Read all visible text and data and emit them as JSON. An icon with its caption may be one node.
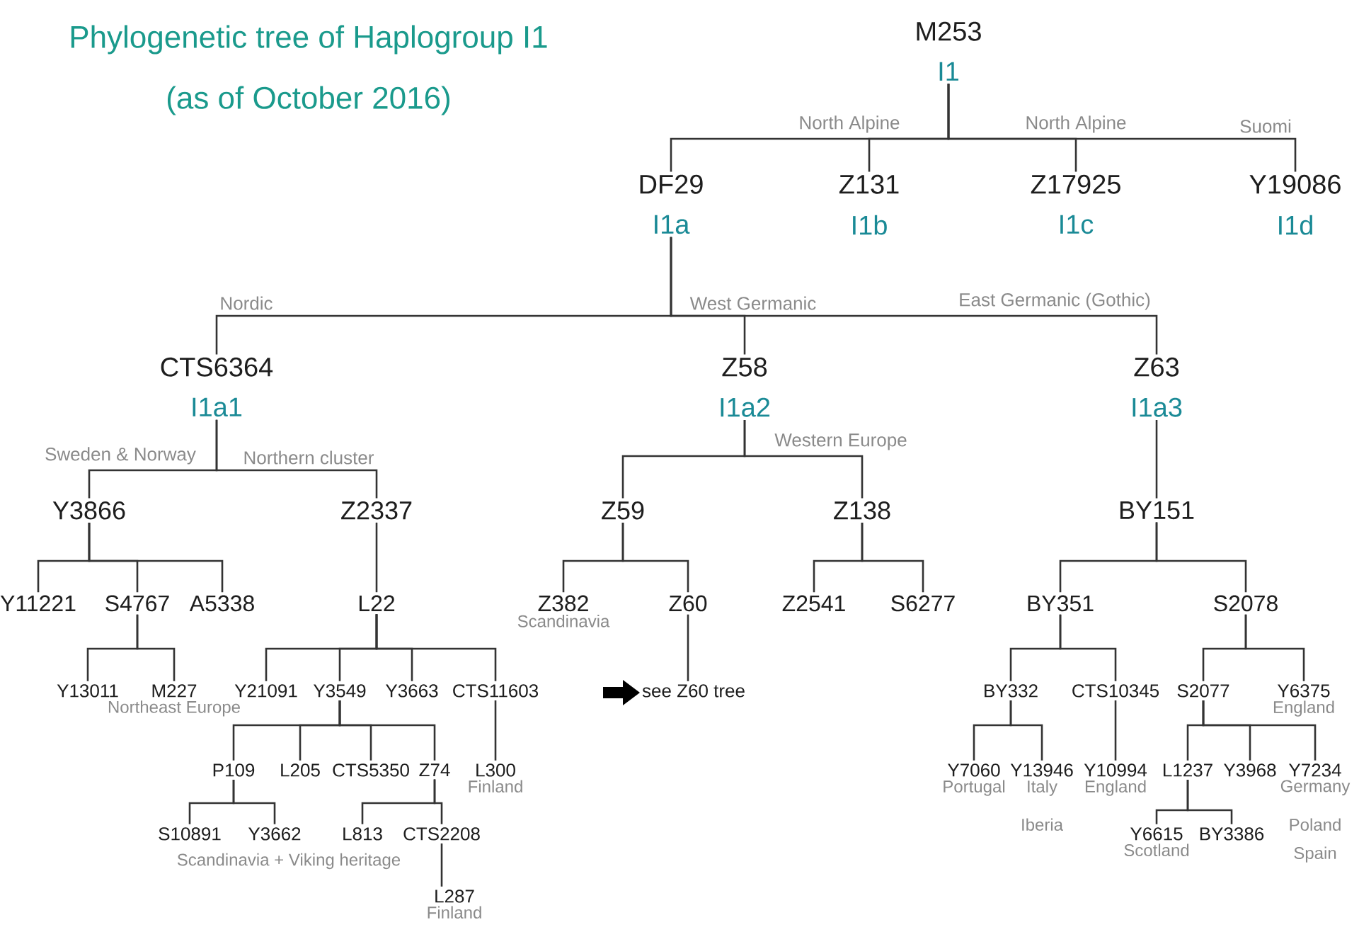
{
  "diagram": {
    "title": "Phylogenetic tree of Haplogroup I1",
    "nodes": [
      {
        "text": [
          "M253",
          "I1"
        ]
      },
      {
        "text": [
          "DF29",
          "I1a"
        ]
      },
      {
        "text": [
          "Z131",
          "I1b"
        ]
      },
      {
        "text": [
          "Z17925",
          "I1c"
        ]
      },
      {
        "text": [
          "Y19086",
          "I1d"
        ]
      },
      {
        "text": [
          "CTS6364",
          "I1a1"
        ]
      },
      {
        "text": [
          "Z58",
          "I1a2"
        ]
      },
      {
        "text": [
          "Z63",
          "I1a3"
        ]
      },
      {
        "text": [
          "Y3866"
        ]
      },
      {
        "text": [
          "Z2337"
        ]
      },
      {
        "text": [
          "Z59"
        ]
      },
      {
        "text": [
          "Z138"
        ]
      },
      {
        "text": [
          "BY151"
        ]
      },
      {
        "text": [
          "Y11221"
        ]
      },
      {
        "text": [
          "S4767"
        ]
      },
      {
        "text": [
          "A5338"
        ]
      },
      {
        "text": [
          "L22"
        ]
      },
      {
        "text": [
          "Z382"
        ],
        "beside": [
          "Scandinavia"
        ]
      },
      {
        "text": [
          "Z60"
        ]
      },
      {
        "text": [
          "Z2541"
        ]
      },
      {
        "text": [
          "S6277"
        ]
      },
      {
        "text": [
          "BY351"
        ]
      },
      {
        "text": [
          "S2078"
        ]
      },
      {
        "text": [
          "Y13011"
        ]
      },
      {
        "text": [
          "M227"
        ],
        "beside": [
          "Northeast Europe"
        ]
      },
      {
        "text": [
          "Y21091"
        ]
      },
      {
        "text": [
          "Y3549"
        ]
      },
      {
        "text": [
          "Y3663"
        ]
      },
      {
        "text": [
          "CTS11603"
        ]
      },
      {
        "text": [
          "see Z60 tree"
        ]
      },
      {
        "text": [
          "BY332"
        ]
      },
      {
        "text": [
          "CTS10345"
        ]
      },
      {
        "text": [
          "S2077"
        ]
      },
      {
        "text": [
          "Y6375"
        ],
        "beside": [
          "England"
        ]
      },
      {
        "text": [
          "P109"
        ]
      },
      {
        "text": [
          "L205"
        ]
      },
      {
        "text": [
          "CTS5350"
        ]
      },
      {
        "text": [
          "Z74"
        ]
      },
      {
        "text": [
          "L300"
        ],
        "beside": [
          "Finland"
        ]
      },
      {
        "text": [
          "Y7060"
        ],
        "beside": [
          "Portugal"
        ]
      },
      {
        "text": [
          "Y13946"
        ],
        "beside": [
          "Italy",
          "Iberia"
        ]
      },
      {
        "text": [
          "Y10994"
        ],
        "beside": [
          "England"
        ]
      },
      {
        "text": [
          "L1237"
        ]
      },
      {
        "text": [
          "Y3968"
        ]
      },
      {
        "text": [
          "Y7234"
        ],
        "beside": [
          "Germany",
          "Poland",
          "Spain"
        ]
      },
      {
        "text": [
          "S10891"
        ]
      },
      {
        "text": [
          "Y3662"
        ]
      },
      {
        "text": [
          "L813"
        ]
      },
      {
        "text": [
          "CTS2208"
        ]
      },
      {
        "text": [
          "Y6615"
        ],
        "beside": [
          "Scotland"
        ]
      },
      {
        "text": [
          "BY3386"
        ]
      },
      {
        "text": [
          "L287"
        ],
        "beside": [
          "Finland"
        ]
      }
    ],
    "edges": [
      {
        "from": 0,
        "to": 1,
        "arrow": "none"
      },
      {
        "from": 0,
        "to": 2,
        "arrow": "none",
        "label": "North Alpine"
      },
      {
        "from": 0,
        "to": 3,
        "arrow": "none",
        "label": "North Alpine"
      },
      {
        "from": 0,
        "to": 4,
        "arrow": "none",
        "label": "Suomi"
      },
      {
        "from": 1,
        "to": 5,
        "arrow": "none",
        "label": "Nordic"
      },
      {
        "from": 1,
        "to": 6,
        "arrow": "none",
        "label": "West Germanic"
      },
      {
        "from": 1,
        "to": 7,
        "arrow": "none",
        "label": "East Germanic (Gothic)"
      },
      {
        "from": 5,
        "to": 8,
        "arrow": "none",
        "label": "Sweden & Norway"
      },
      {
        "from": 5,
        "to": 9,
        "arrow": "none",
        "label": "Northern cluster"
      },
      {
        "from": 6,
        "to": 10,
        "arrow": "none"
      },
      {
        "from": 6,
        "to": 11,
        "arrow": "none",
        "label": "Western Europe"
      },
      {
        "from": 7,
        "to": 12,
        "arrow": "none"
      },
      {
        "from": 8,
        "to": 13,
        "arrow": "none"
      },
      {
        "from": 8,
        "to": 14,
        "arrow": "none"
      },
      {
        "from": 8,
        "to": 15,
        "arrow": "none"
      },
      {
        "from": 9,
        "to": 16,
        "arrow": "none"
      },
      {
        "from": 10,
        "to": 17,
        "arrow": "none"
      },
      {
        "from": 10,
        "to": 18,
        "arrow": "none"
      },
      {
        "from": 11,
        "to": 19,
        "arrow": "none"
      },
      {
        "from": 11,
        "to": 20,
        "arrow": "none"
      },
      {
        "from": 12,
        "to": 21,
        "arrow": "none"
      },
      {
        "from": 12,
        "to": 22,
        "arrow": "none"
      },
      {
        "from": 14,
        "to": 23,
        "arrow": "none"
      },
      {
        "from": 14,
        "to": 24,
        "arrow": "none"
      },
      {
        "from": 16,
        "to": 25,
        "arrow": "none"
      },
      {
        "from": 16,
        "to": 26,
        "arrow": "none"
      },
      {
        "from": 16,
        "to": 27,
        "arrow": "none"
      },
      {
        "from": 16,
        "to": 28,
        "arrow": "none"
      },
      {
        "from": 18,
        "to": 29,
        "arrow": "none"
      },
      {
        "from": 21,
        "to": 30,
        "arrow": "none"
      },
      {
        "from": 21,
        "to": 31,
        "arrow": "none"
      },
      {
        "from": 22,
        "to": 32,
        "arrow": "none"
      },
      {
        "from": 22,
        "to": 33,
        "arrow": "none"
      },
      {
        "from": 26,
        "to": 34,
        "arrow": "none"
      },
      {
        "from": 26,
        "to": 35,
        "arrow": "none"
      },
      {
        "from": 26,
        "to": 36,
        "arrow": "none"
      },
      {
        "from": 26,
        "to": 37,
        "arrow": "none"
      },
      {
        "from": 28,
        "to": 38,
        "arrow": "none"
      },
      {
        "from": 30,
        "to": 39,
        "arrow": "none"
      },
      {
        "from": 30,
        "to": 40,
        "arrow": "none"
      },
      {
        "from": 31,
        "to": 41,
        "arrow": "none"
      },
      {
        "from": 32,
        "to": 42,
        "arrow": "none"
      },
      {
        "from": 32,
        "to": 43,
        "arrow": "none"
      },
      {
        "from": 32,
        "to": 44,
        "arrow": "none"
      },
      {
        "from": 34,
        "to": 45,
        "arrow": "none"
      },
      {
        "from": 34,
        "to": 46,
        "arrow": "none"
      },
      {
        "from": 37,
        "to": 47,
        "arrow": "none"
      },
      {
        "from": 37,
        "to": 48,
        "arrow": "none"
      },
      {
        "from": 42,
        "to": 49,
        "arrow": "none"
      },
      {
        "from": 42,
        "to": 50,
        "arrow": "none"
      },
      {
        "from": 48,
        "to": 51,
        "arrow": "none"
      }
    ],
    "labels": [
      "(as of October 2016)",
      "Scandinavia + Viking heritage"
    ]
  }
}
